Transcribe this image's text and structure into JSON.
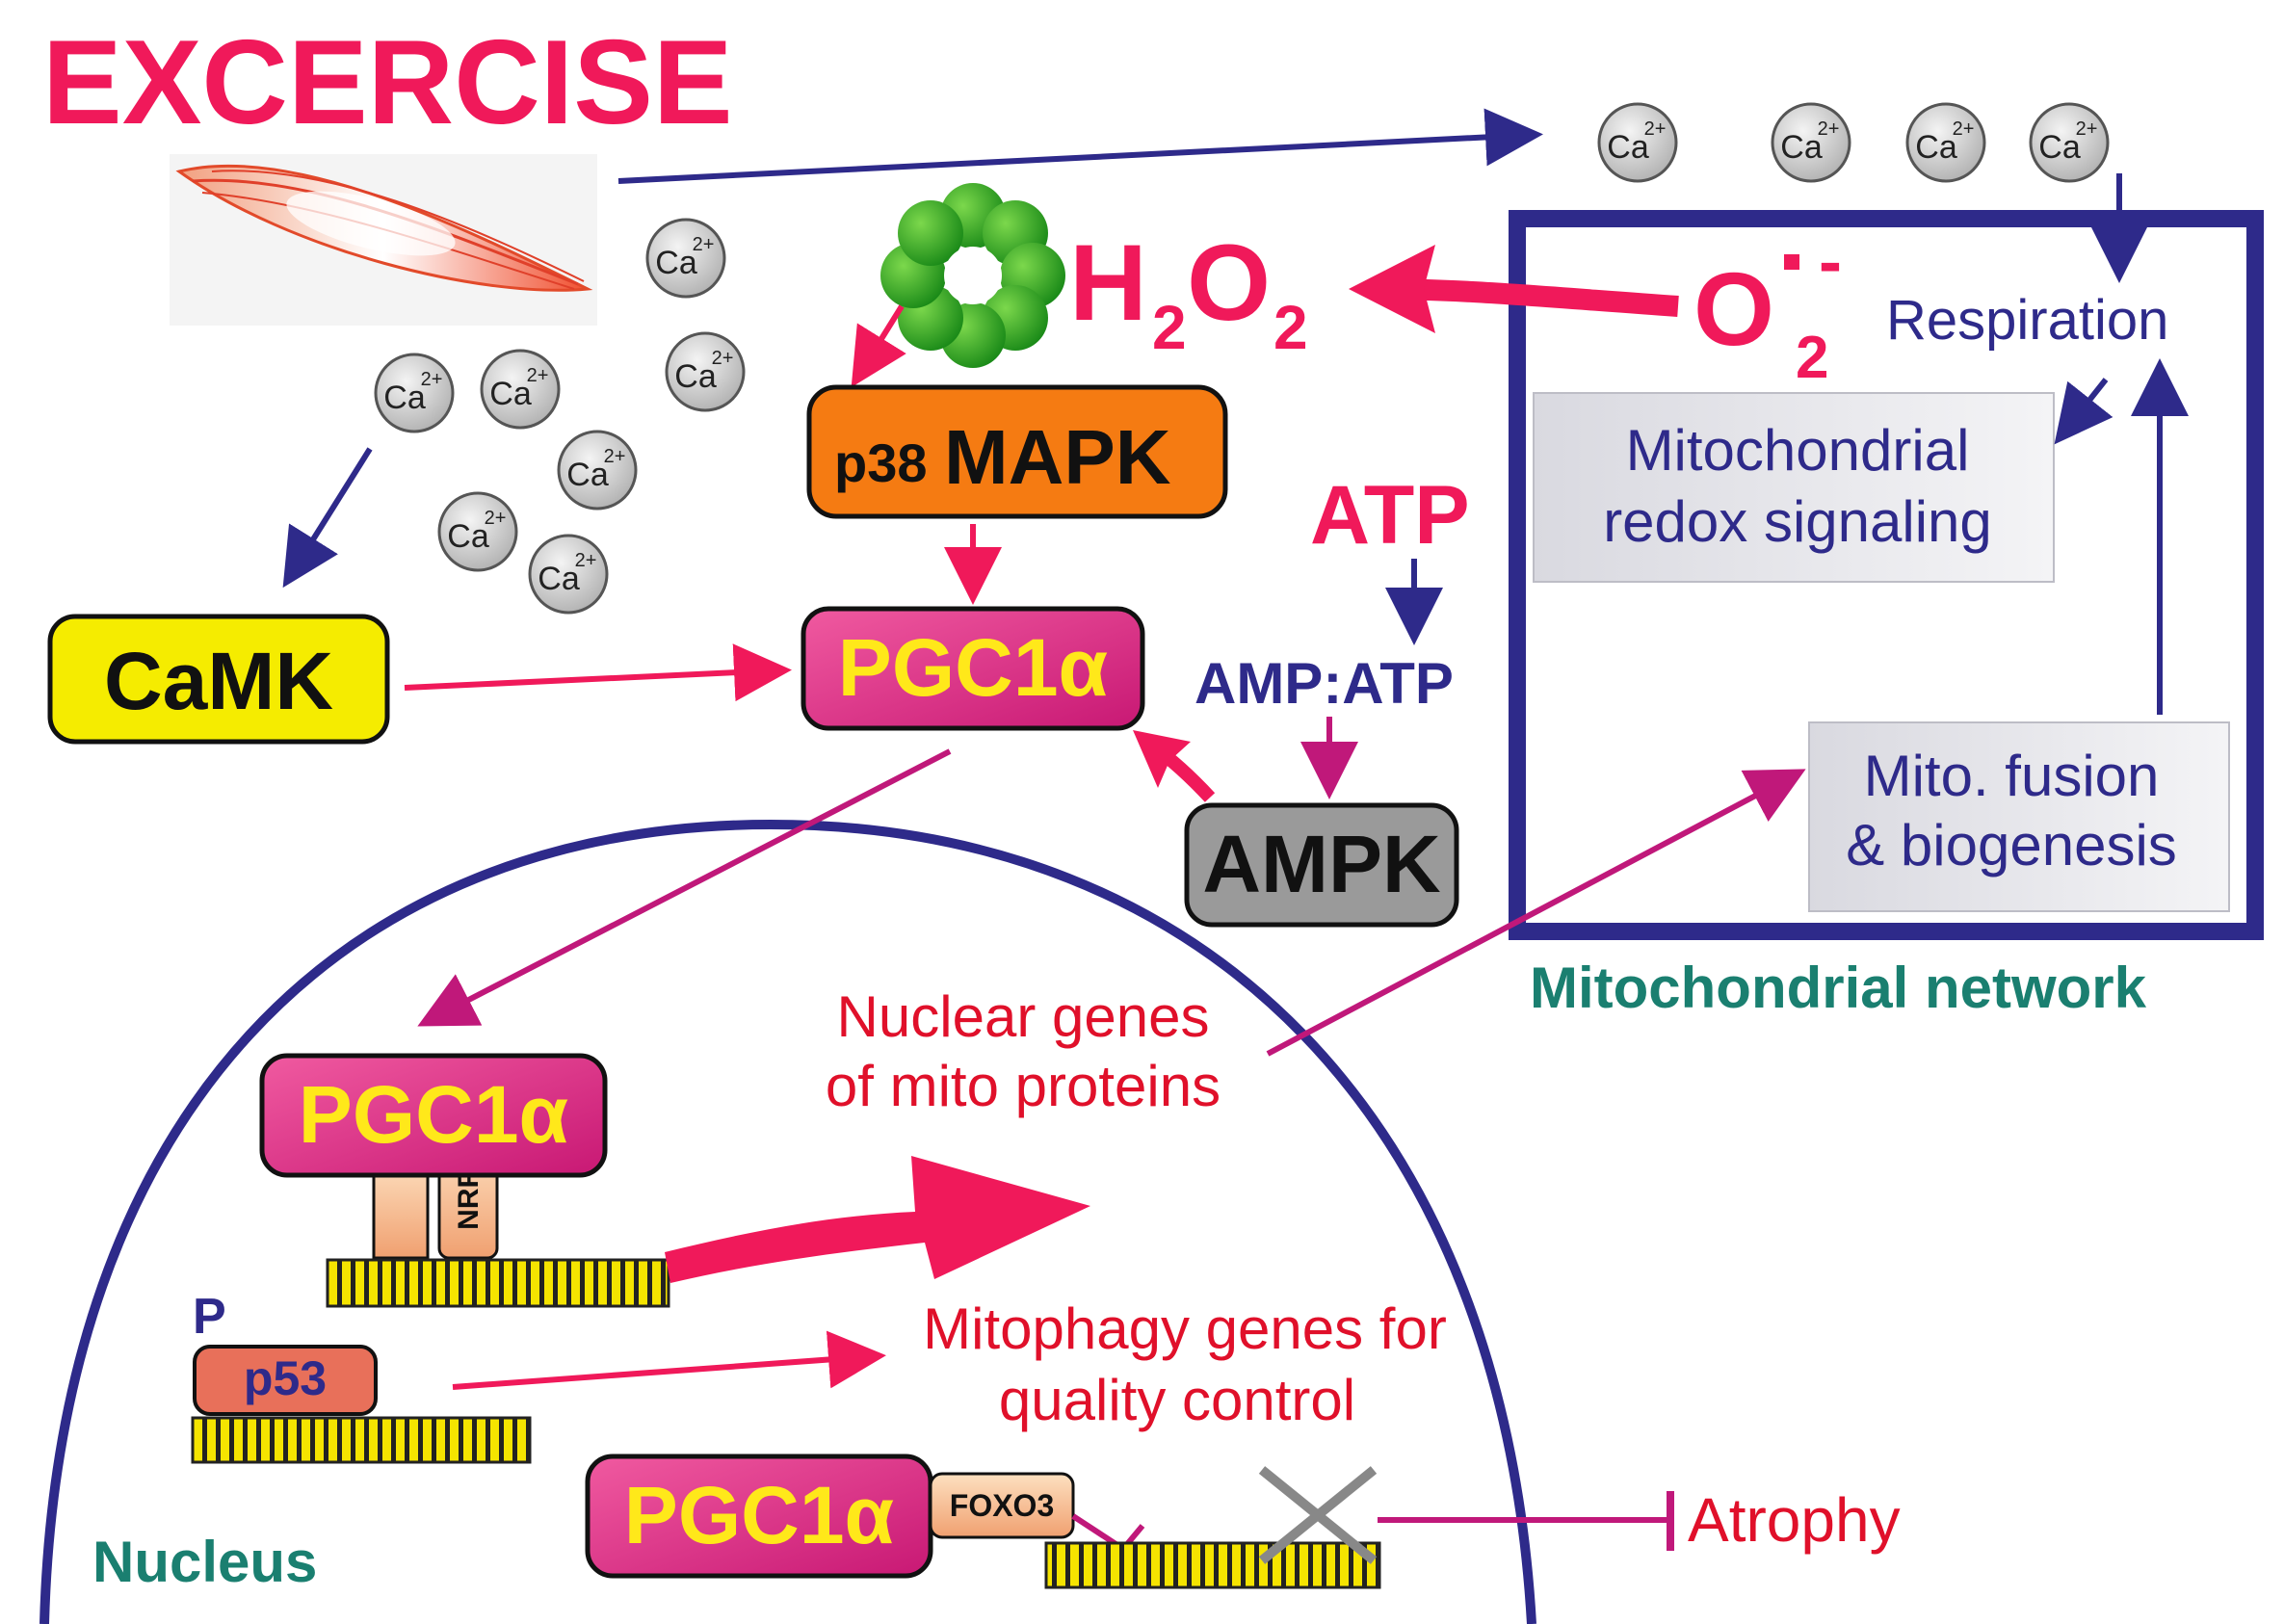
{
  "title": "EXCERCISE",
  "ions": {
    "base": "Ca",
    "charge": "2+"
  },
  "h2o2": {
    "h": "H",
    "sub1": "2",
    "o": "O",
    "sub2": "2"
  },
  "superoxide": {
    "o": "O",
    "sub": "2",
    "radical": "•",
    "charge": "-"
  },
  "nodes": {
    "p38": {
      "prefix": "p38",
      "main": "MAPK"
    },
    "pgc_main": "PGC1α",
    "camk": "CaMK",
    "atp": "ATP",
    "amp_atp": "AMP:ATP",
    "ampk": "AMPK",
    "respiration": "Respiration",
    "redox": [
      "Mitochondrial",
      "redox signaling"
    ],
    "fusion": [
      "Mito. fusion",
      "& biogenesis"
    ],
    "network": "Mitochondrial network",
    "nuclear_genes": [
      "Nuclear genes",
      "of mito proteins"
    ],
    "pgc_nuc1": "PGC1α",
    "nrf": "NRF",
    "p_label": "P",
    "p53": "p53",
    "mitophagy": [
      "Mitophagy genes for",
      "quality control"
    ],
    "pgc_nuc2": "PGC1α",
    "foxo3": "FOXO3",
    "atrophy": "Atrophy",
    "nucleus": "Nucleus"
  },
  "colors": {
    "pink_red": "#f0195a",
    "dark_red": "#e0102a",
    "navy": "#2e2a8a",
    "magenta": "#c0187a",
    "teal": "#1a7f70",
    "orange": "#f57b12",
    "yellow_box": "#f5ec00",
    "gray_box": "#9a9a9a",
    "pgc_fill": "#e0268c",
    "pgc_text": "#ffe81a"
  }
}
